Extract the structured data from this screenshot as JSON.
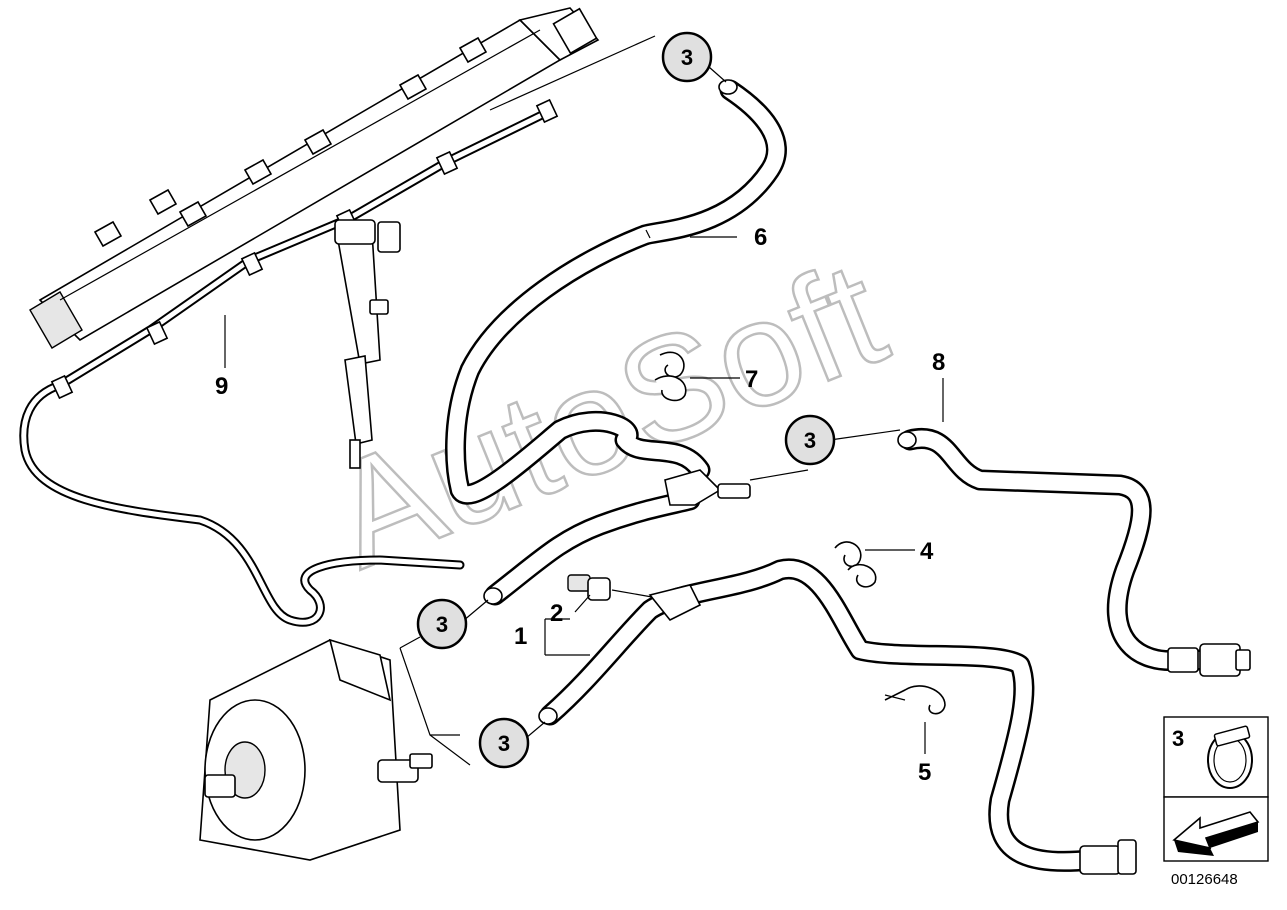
{
  "labels": {
    "part_1": "1",
    "part_2": "2",
    "part_4": "4",
    "part_5": "5",
    "part_6": "6",
    "part_7": "7",
    "part_8": "8",
    "part_9": "9"
  },
  "callouts": [
    "3",
    "3",
    "3",
    "3"
  ],
  "watermark": "AutoSoft",
  "legend": {
    "item_number": "3",
    "item_icon": "hose-clamp-icon",
    "nav_icon": "arrow-left-icon"
  },
  "image_number": "00126648",
  "colors": {
    "line": "#000000",
    "background": "#ffffff",
    "callout_fill": "#e0e0e0",
    "watermark": "#bdbdbd"
  }
}
